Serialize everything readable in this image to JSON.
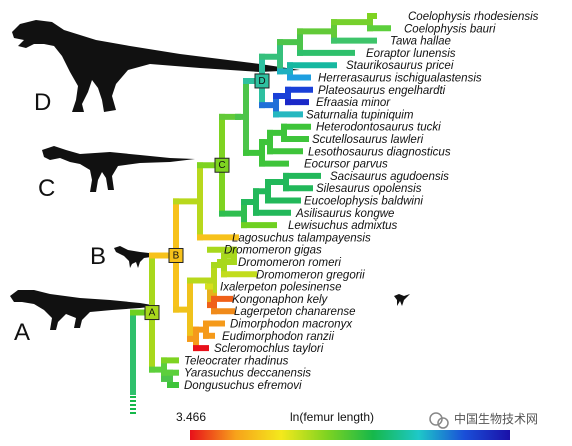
{
  "taxa": [
    "Coelophysis rhodesiensis",
    "Coelophysis bauri",
    "Tawa hallae",
    "Eoraptor lunensis",
    "Staurikosaurus pricei",
    "Herrerasaurus ischigualastensis",
    "Plateosaurus engelhardti",
    "Efraasia minor",
    "Saturnalia tupiniquim",
    "Heterodontosaurus tucki",
    "Scutellosaurus lawleri",
    "Lesothosaurus diagnosticus",
    "Eocursor parvus",
    "Sacisaurus agudoensis",
    "Silesaurus opolensis",
    "Eucoelophysis baldwini",
    "Asilisaurus kongwe",
    "Lewisuchus admixtus",
    "Lagosuchus talampayensis",
    "Dromomeron gigas",
    "Dromomeron romeri",
    "Dromomeron gregorii",
    "Ixalerpeton polesinense",
    "Kongonaphon kely",
    "Lagerpeton chanarense",
    "Dimorphodon macronyx",
    "Eudimorphodon ranzii",
    "Scleromochlus taylori",
    "Teleocrater rhadinus",
    "Yarasuchus deccanensis",
    "Dongusuchus efremovi"
  ],
  "node_labels": {
    "A": "A",
    "B": "B",
    "C": "C",
    "D": "D"
  },
  "silhouette_labels": {
    "A": "A",
    "B": "B",
    "C": "C",
    "D": "D"
  },
  "scale": {
    "min_value": "3.466",
    "title": "ln(femur length)",
    "gradient": [
      "#e8101a",
      "#f7a21b",
      "#f4e91c",
      "#7ed321",
      "#16b84a",
      "#1ec8c8",
      "#1a4fd8",
      "#1a10a8"
    ]
  },
  "watermark": "中国生物技术网",
  "colors": {
    "silhouette": "#111111",
    "box_stroke": "#222222"
  }
}
